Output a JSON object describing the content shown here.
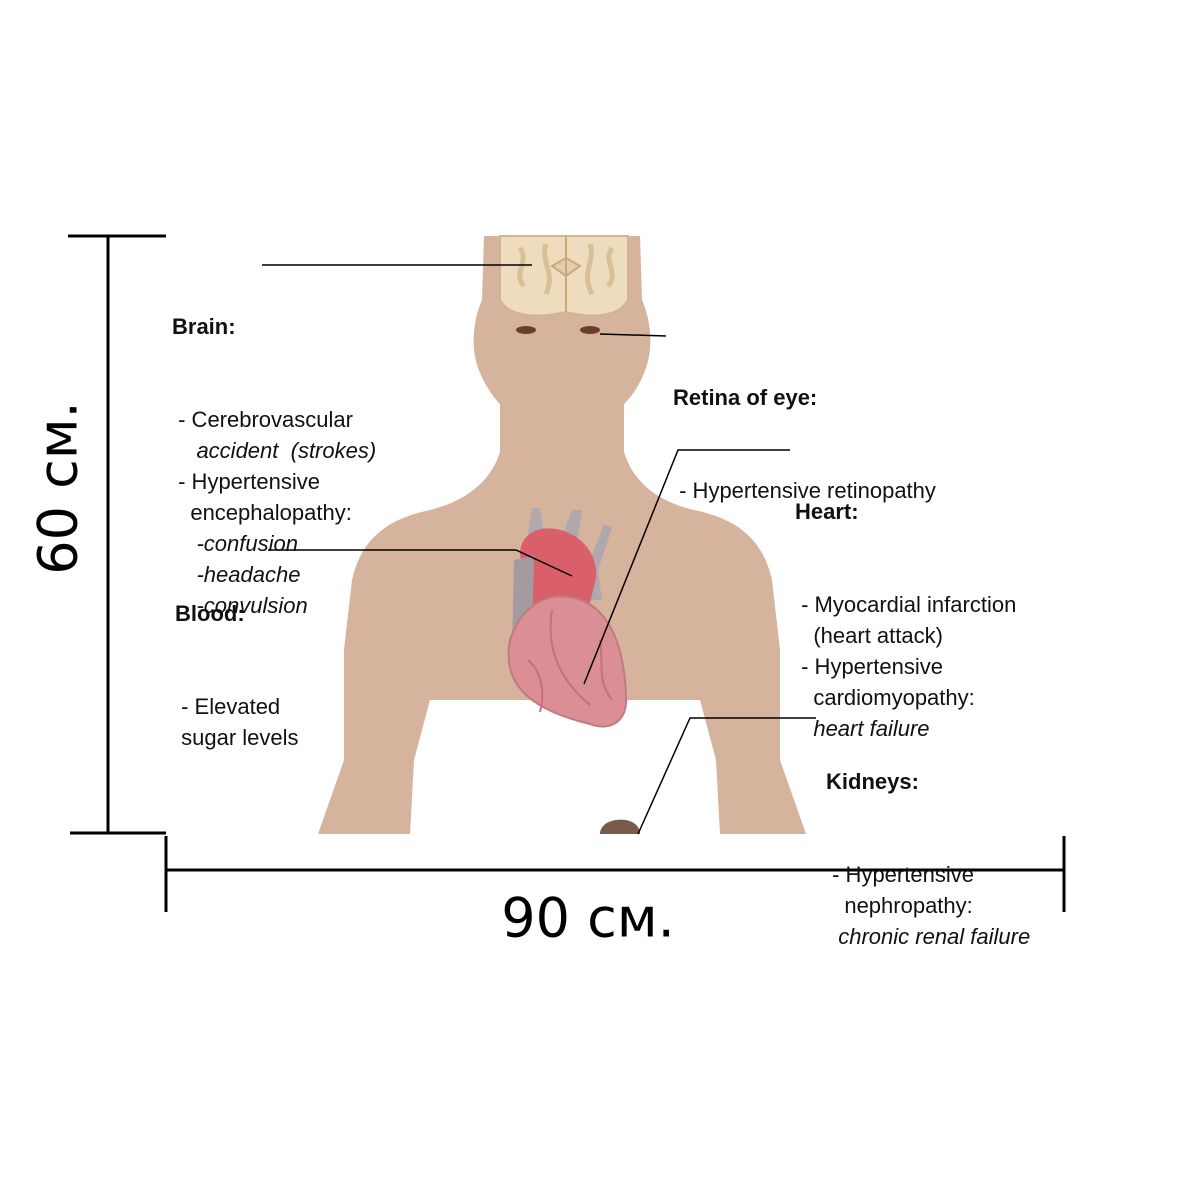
{
  "colors": {
    "skin": "#d6b39d",
    "leader": "#000000",
    "brain": "#eddcbe",
    "heart": "#dc8e95",
    "vessel_red": "#d9606a",
    "vessel_gray": "#b0a8ad"
  },
  "dimensions": {
    "height_label": "60 см.",
    "width_label": "90 см."
  },
  "labels": {
    "brain": {
      "title": "Brain:",
      "lines": [
        {
          "text": " - Cerebrovascular",
          "italic": false
        },
        {
          "text": "    accident  (strokes)",
          "italic": true
        },
        {
          "text": " - Hypertensive",
          "italic": false
        },
        {
          "text": "   encephalopathy:",
          "italic": false
        },
        {
          "text": "    -confusion",
          "italic": true
        },
        {
          "text": "    -headache",
          "italic": true
        },
        {
          "text": "    -convulsion",
          "italic": true
        }
      ]
    },
    "retina": {
      "title": "Retina of eye:",
      "lines": [
        {
          "text": " - Hypertensive retinopathy",
          "italic": false
        }
      ]
    },
    "heart": {
      "title": "Heart:",
      "lines": [
        {
          "text": " - Myocardial infarction",
          "italic": false
        },
        {
          "text": "   (heart attack)",
          "italic": false
        },
        {
          "text": " - Hypertensive",
          "italic": false
        },
        {
          "text": "   cardiomyopathy:",
          "italic": false
        },
        {
          "text": "   heart failure",
          "italic": true
        }
      ]
    },
    "blood": {
      "title": "Blood:",
      "lines": [
        {
          "text": " - Elevated",
          "italic": false
        },
        {
          "text": " sugar levels",
          "italic": false
        }
      ]
    },
    "kidneys": {
      "title": "Kidneys:",
      "lines": [
        {
          "text": " - Hypertensive",
          "italic": false
        },
        {
          "text": "   nephropathy:",
          "italic": false
        },
        {
          "text": "  chronic renal failure",
          "italic": true
        }
      ]
    }
  }
}
